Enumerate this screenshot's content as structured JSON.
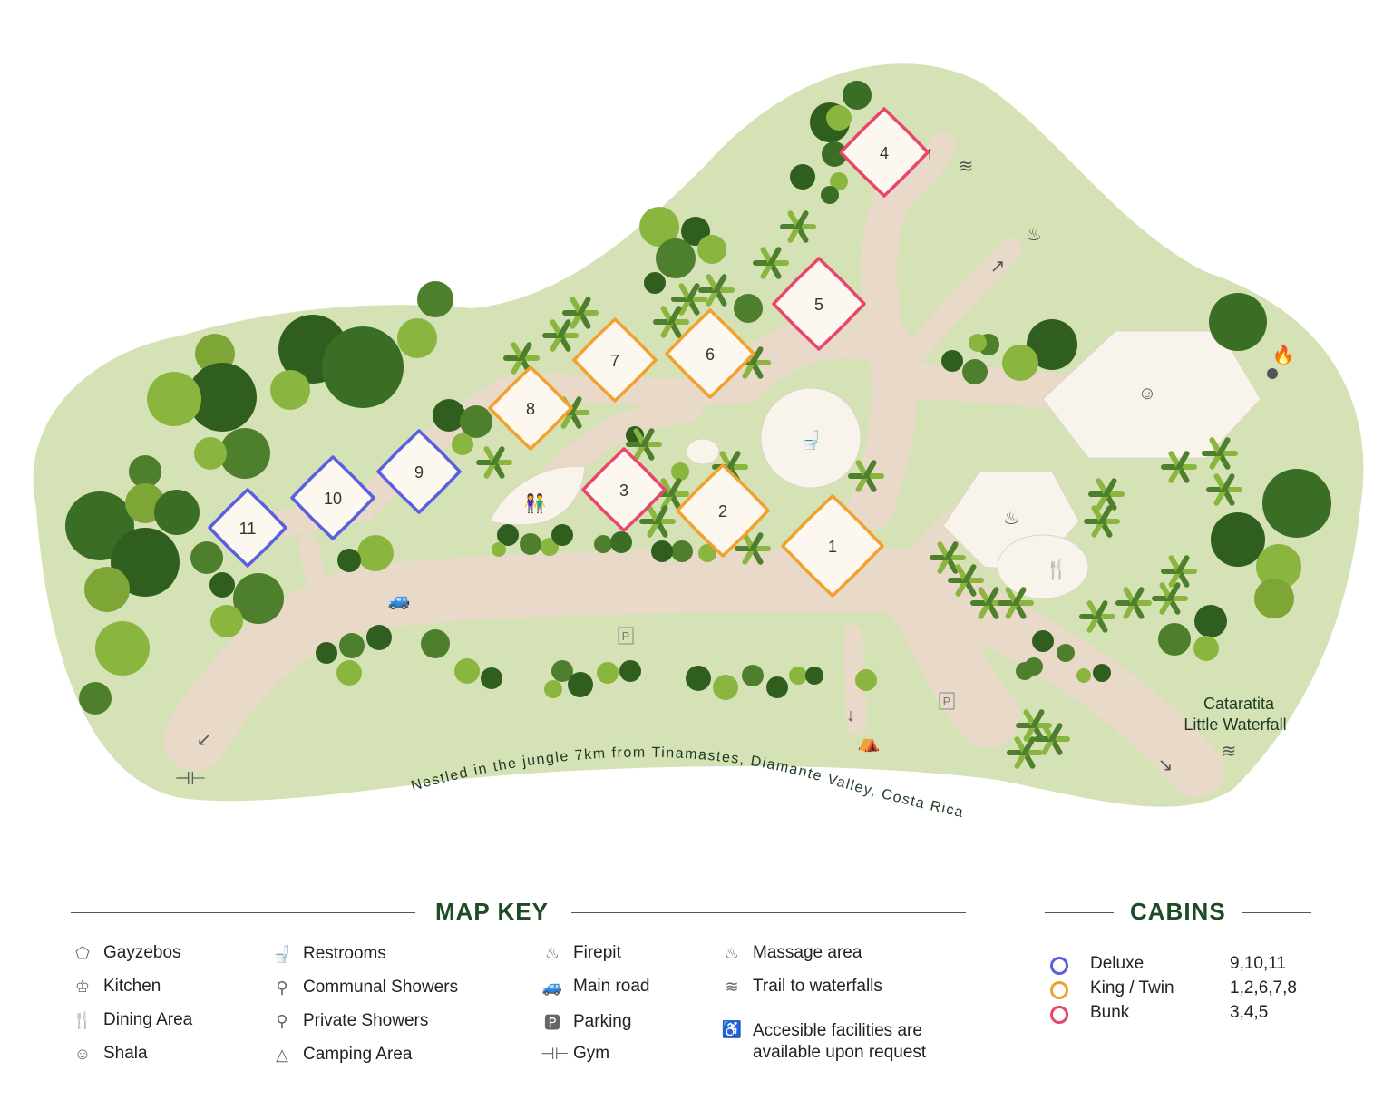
{
  "map": {
    "tagline": "Nestled in the jungle 7km from Tinamastes, Diamante Valley, Costa Rica",
    "waterfall_label": [
      "Cataratita",
      "Little Waterfall"
    ],
    "parking_label": "P",
    "cabins": [
      {
        "number": "1",
        "type": "king"
      },
      {
        "number": "2",
        "type": "king"
      },
      {
        "number": "3",
        "type": "bunk"
      },
      {
        "number": "4",
        "type": "bunk"
      },
      {
        "number": "5",
        "type": "bunk"
      },
      {
        "number": "6",
        "type": "king"
      },
      {
        "number": "7",
        "type": "king"
      },
      {
        "number": "8",
        "type": "king"
      },
      {
        "number": "9",
        "type": "deluxe"
      },
      {
        "number": "10",
        "type": "deluxe"
      },
      {
        "number": "11",
        "type": "deluxe"
      }
    ]
  },
  "colors": {
    "land": "#d5e2b6",
    "road": "#e9d9c9",
    "deluxe": "#5a5fe0",
    "king": "#f2a12e",
    "bunk": "#e8466c",
    "title": "#1e4a26"
  },
  "map_key": {
    "title": "MAP KEY",
    "items": [
      {
        "icon": "gazebo-icon",
        "label": "Gayzebos"
      },
      {
        "icon": "kitchen-icon",
        "label": "Kitchen"
      },
      {
        "icon": "dining-icon",
        "label": "Dining Area"
      },
      {
        "icon": "shala-icon",
        "label": "Shala"
      },
      {
        "icon": "restroom-icon",
        "label": "Restrooms"
      },
      {
        "icon": "communal-shower-icon",
        "label": "Communal Showers"
      },
      {
        "icon": "private-shower-icon",
        "label": "Private Showers"
      },
      {
        "icon": "camping-icon",
        "label": "Camping Area"
      },
      {
        "icon": "firepit-icon",
        "label": "Firepit"
      },
      {
        "icon": "car-icon",
        "label": "Main road"
      },
      {
        "icon": "parking-icon",
        "label": "Parking"
      },
      {
        "icon": "gym-icon",
        "label": "Gym"
      },
      {
        "icon": "massage-icon",
        "label": "Massage area"
      },
      {
        "icon": "waterfall-trail-icon",
        "label": "Trail to waterfalls"
      }
    ],
    "accessible_note": [
      "Accesible facilities are",
      "available upon request"
    ]
  },
  "cabins_key": {
    "title": "CABINS",
    "rows": [
      {
        "type": "Deluxe",
        "numbers": "9,10,11",
        "color": "#5a5fe0"
      },
      {
        "type": "King / Twin",
        "numbers": "1,2,6,7,8",
        "color": "#f2a12e"
      },
      {
        "type": "Bunk",
        "numbers": "3,4,5",
        "color": "#e8466c"
      }
    ]
  }
}
